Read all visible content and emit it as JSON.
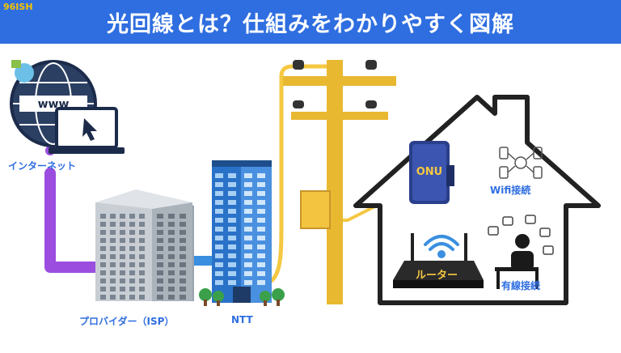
{
  "header": {
    "title": "光回線とは？仕組みをわかりやすく図解",
    "logo": "96ISH"
  },
  "nodes": {
    "internet": {
      "label": "インターネット",
      "www_text": "www"
    },
    "isp": {
      "label": "プロバイダー（ISP）"
    },
    "ntt": {
      "label": "NTT"
    },
    "onu": {
      "label": "ONU"
    },
    "router": {
      "label": "ルーター"
    },
    "wifi": {
      "label": "Wifi接続"
    },
    "wired": {
      "label": "有線接続"
    }
  },
  "colors": {
    "banner": "#2f6ee0",
    "label_blue": "#2f6ee0",
    "fiber_yellow": "#f5c842",
    "isp_link_purple": "#9b4de0",
    "ntt_link_blue": "#3a8fe0",
    "house_outline": "#222222"
  }
}
